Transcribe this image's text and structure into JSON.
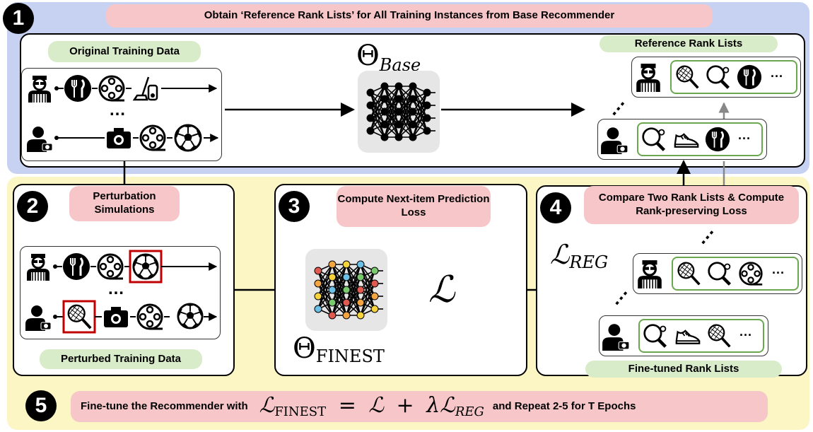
{
  "steps": {
    "s1": {
      "number": "1",
      "title": "Obtain ‘Reference Rank Lists’ for All Training Instances from Base Recommender"
    },
    "s2": {
      "number": "2",
      "title": "Perturbation Simulations"
    },
    "s3": {
      "number": "3",
      "title": "Compute  Next-item Prediction Loss"
    },
    "s4": {
      "number": "4",
      "title": "Compare Two Rank Lists & Compute Rank-preserving Loss"
    },
    "s5": {
      "number": "5",
      "text_before": "Fine-tune the Recommender with",
      "text_after": "and Repeat 2-5 for T Epochs"
    }
  },
  "labels": {
    "original_training_data": "Original Training Data",
    "reference_rank_lists": "Reference Rank Lists",
    "perturbed_training_data": "Perturbed Training Data",
    "fine_tuned_rank_lists": "Fine-tuned Rank Lists",
    "ellipsis_v": "⋮",
    "ellipsis_h": "…",
    "dots": "···"
  },
  "math": {
    "theta": "Θ",
    "base_sub": "Base",
    "finest_sub": "FINEST",
    "loss": "ℒ",
    "reg_sub": "REG",
    "equation_eq": "=",
    "equation_plus": "+",
    "lambda": "λ"
  },
  "icons": [
    "user-icon",
    "user-icon",
    "fork-knife-icon",
    "film-reel-icon",
    "vacuum-icon",
    "camera-icon",
    "soccer-ball-icon",
    "tennis-racket-icon",
    "ping-pong-icon",
    "sneaker-icon",
    "neural-network-icon"
  ],
  "colors": {
    "blue_band": "#c7d1f2",
    "yellow_band": "#fbf6c4",
    "pink_pill": "#f7c6c8",
    "green_pill": "#d9ecc9",
    "rank_border": "#6aa84f",
    "perturb_border": "#c00000"
  }
}
